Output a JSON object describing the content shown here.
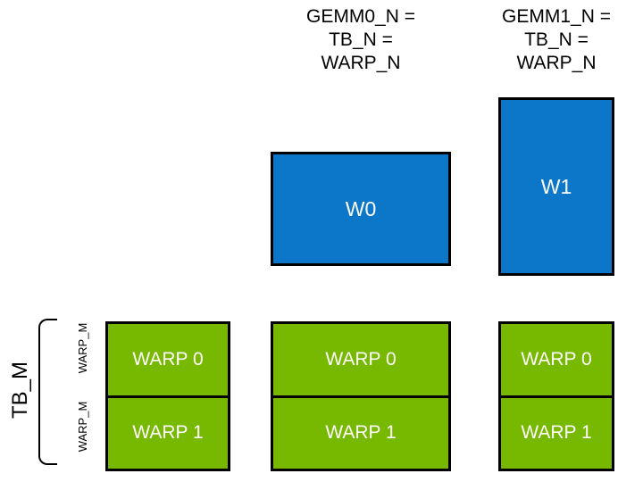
{
  "diagram": {
    "description": "Warp tiling diagram with two accumulator tiles and three threadblock warp-tile groups",
    "columns": [
      {
        "id": "left",
        "warp_rows": [
          "WARP 0",
          "WARP 1"
        ]
      },
      {
        "id": "middle",
        "header_lines": [
          "GEMM0_N =",
          "TB_N =",
          "WARP_N"
        ],
        "accum_label": "W0",
        "warp_rows": [
          "WARP 0",
          "WARP 1"
        ]
      },
      {
        "id": "right",
        "header_lines": [
          "GEMM1_N =",
          "TB_N =",
          "WARP_N"
        ],
        "accum_label": "W1",
        "warp_rows": [
          "WARP 0",
          "WARP 1"
        ]
      }
    ],
    "left_axis": {
      "tb_label": "TB_M",
      "warp_labels": [
        "WARP_M",
        "WARP_M"
      ]
    },
    "colors": {
      "blue": "#0C76C8",
      "green": "#76B900",
      "border": "#000000",
      "fill-text": "#FFFFFF",
      "label-text": "#000000"
    }
  }
}
